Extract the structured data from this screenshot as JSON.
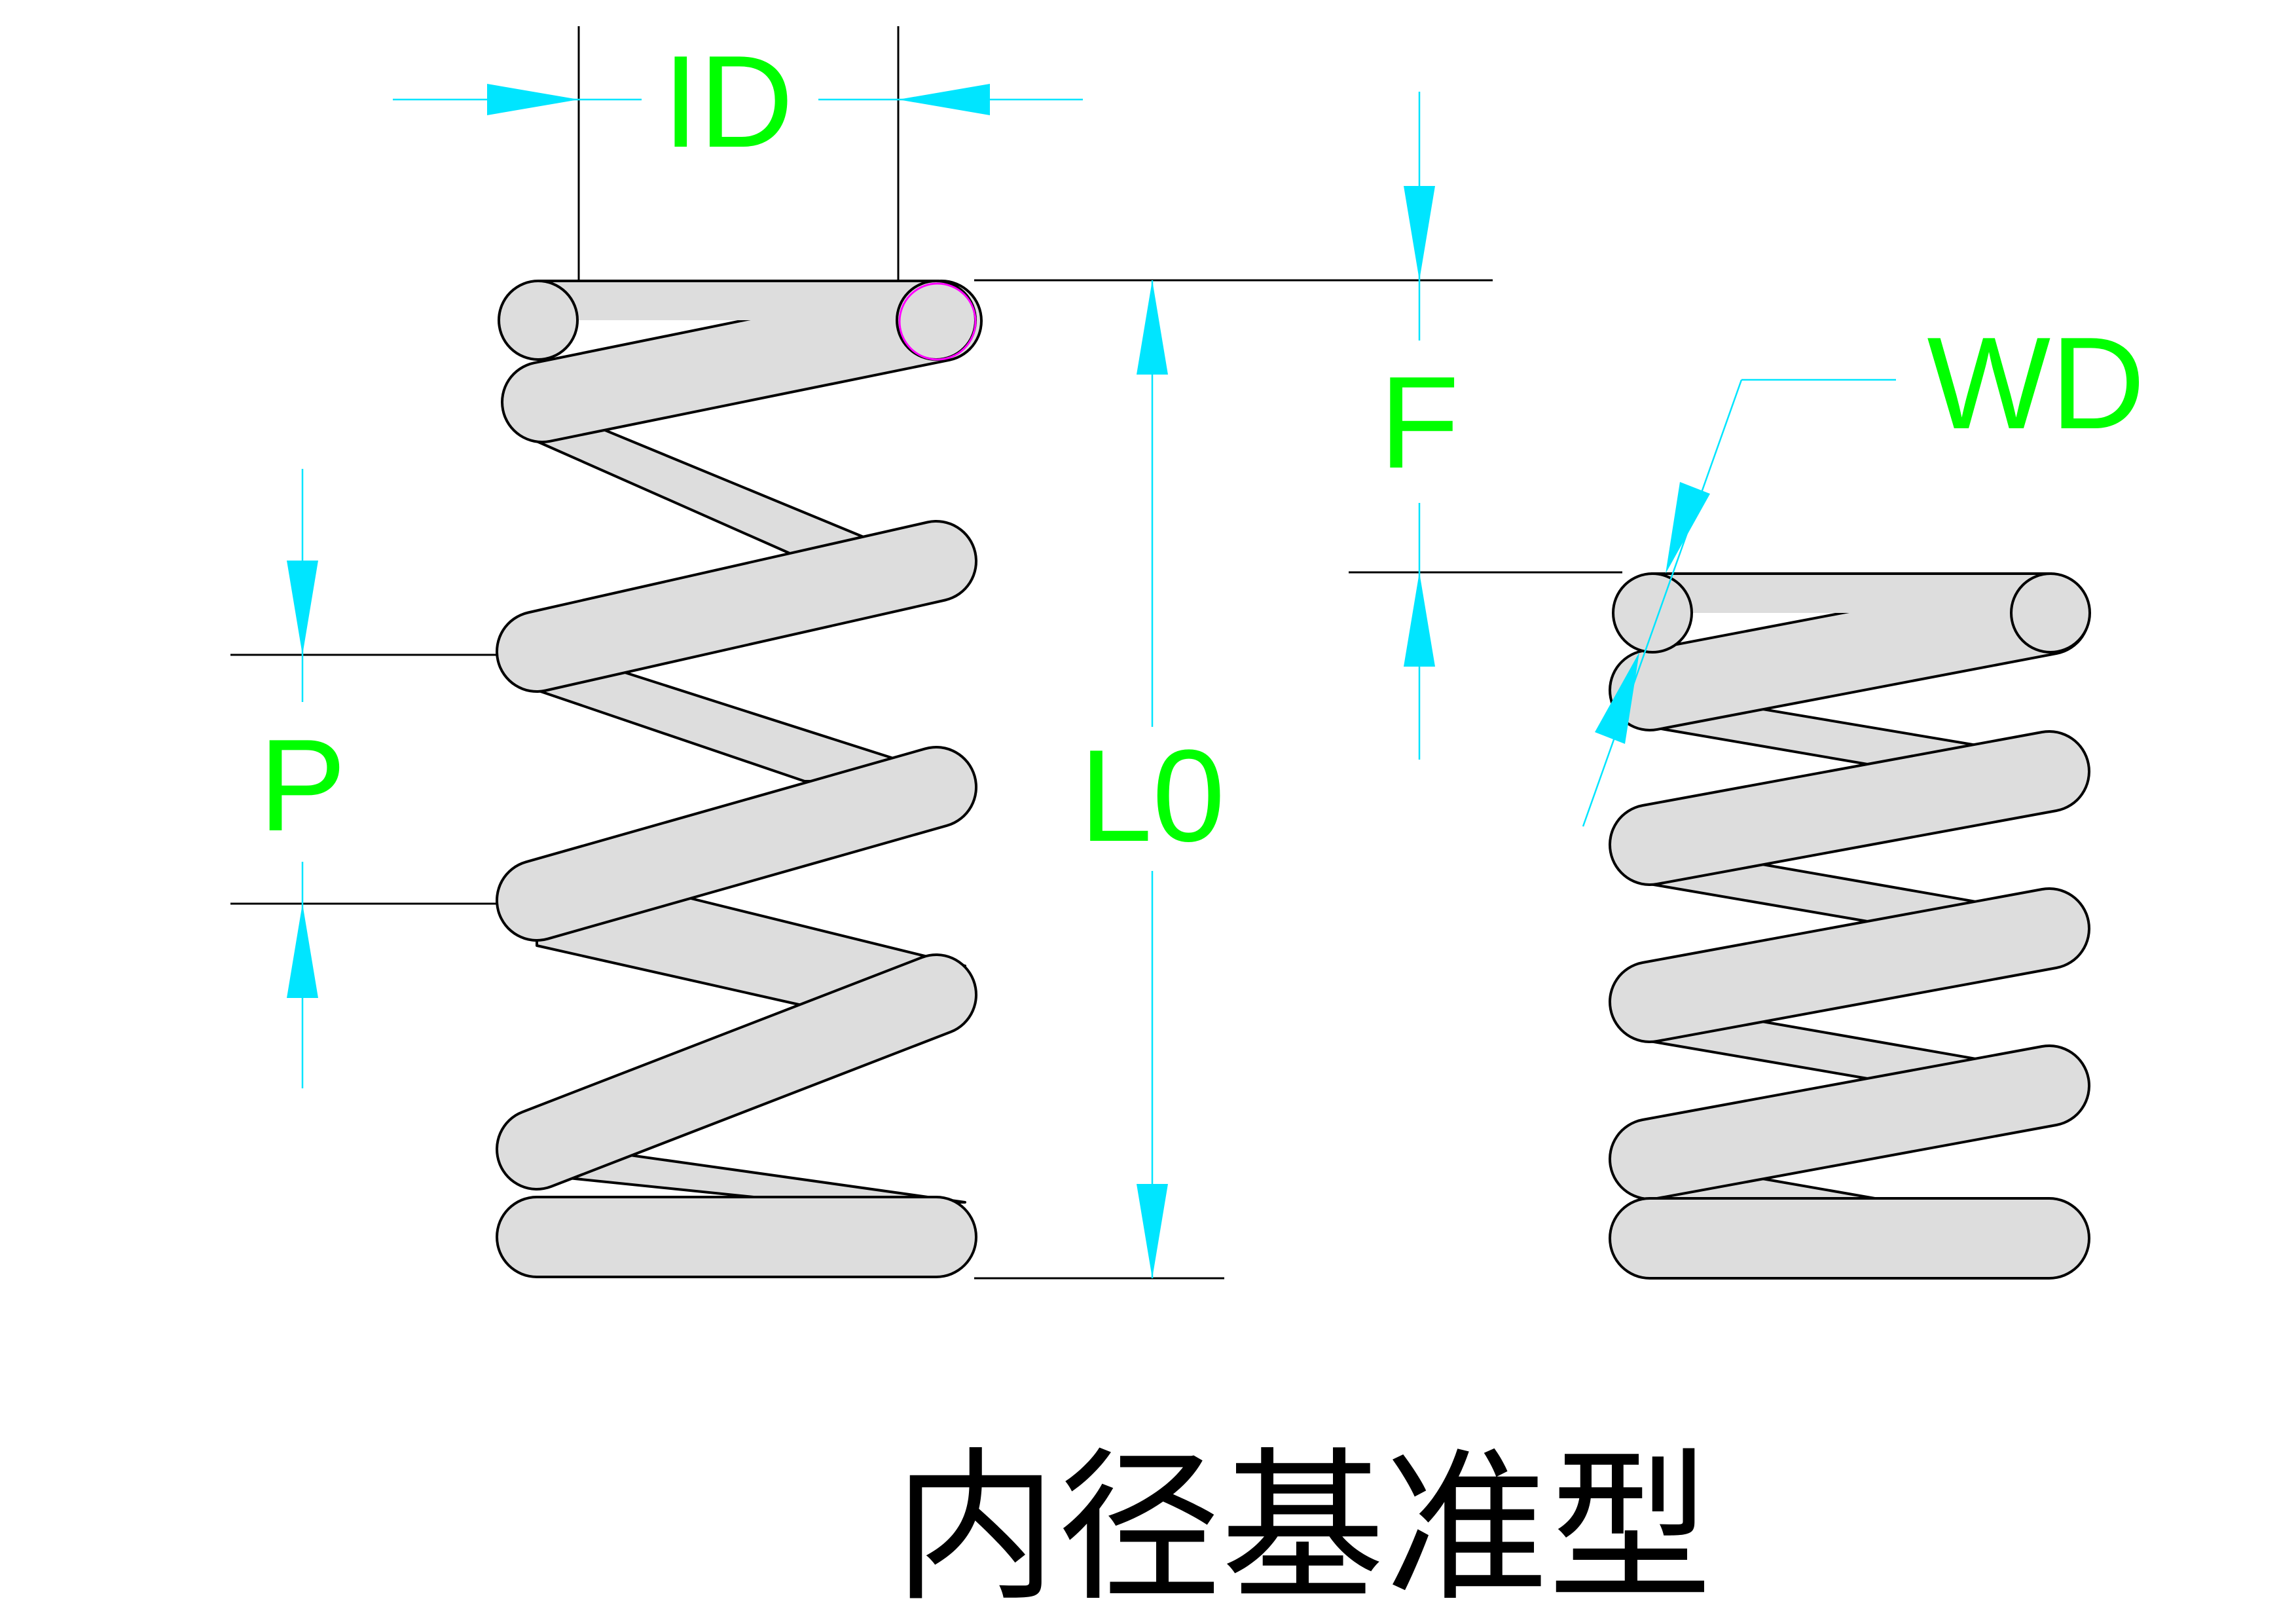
{
  "labels": {
    "id": "ID",
    "pitch": "P",
    "free_length": "L0",
    "deflection": "F",
    "wire_diameter": "WD"
  },
  "caption": "内径基准型",
  "colors": {
    "dimension_line": "#00e5ff",
    "label_text": "#00ff00",
    "coil_fill": "#dddddd",
    "outline": "#000000",
    "construction_circle": "#ff00ff"
  }
}
